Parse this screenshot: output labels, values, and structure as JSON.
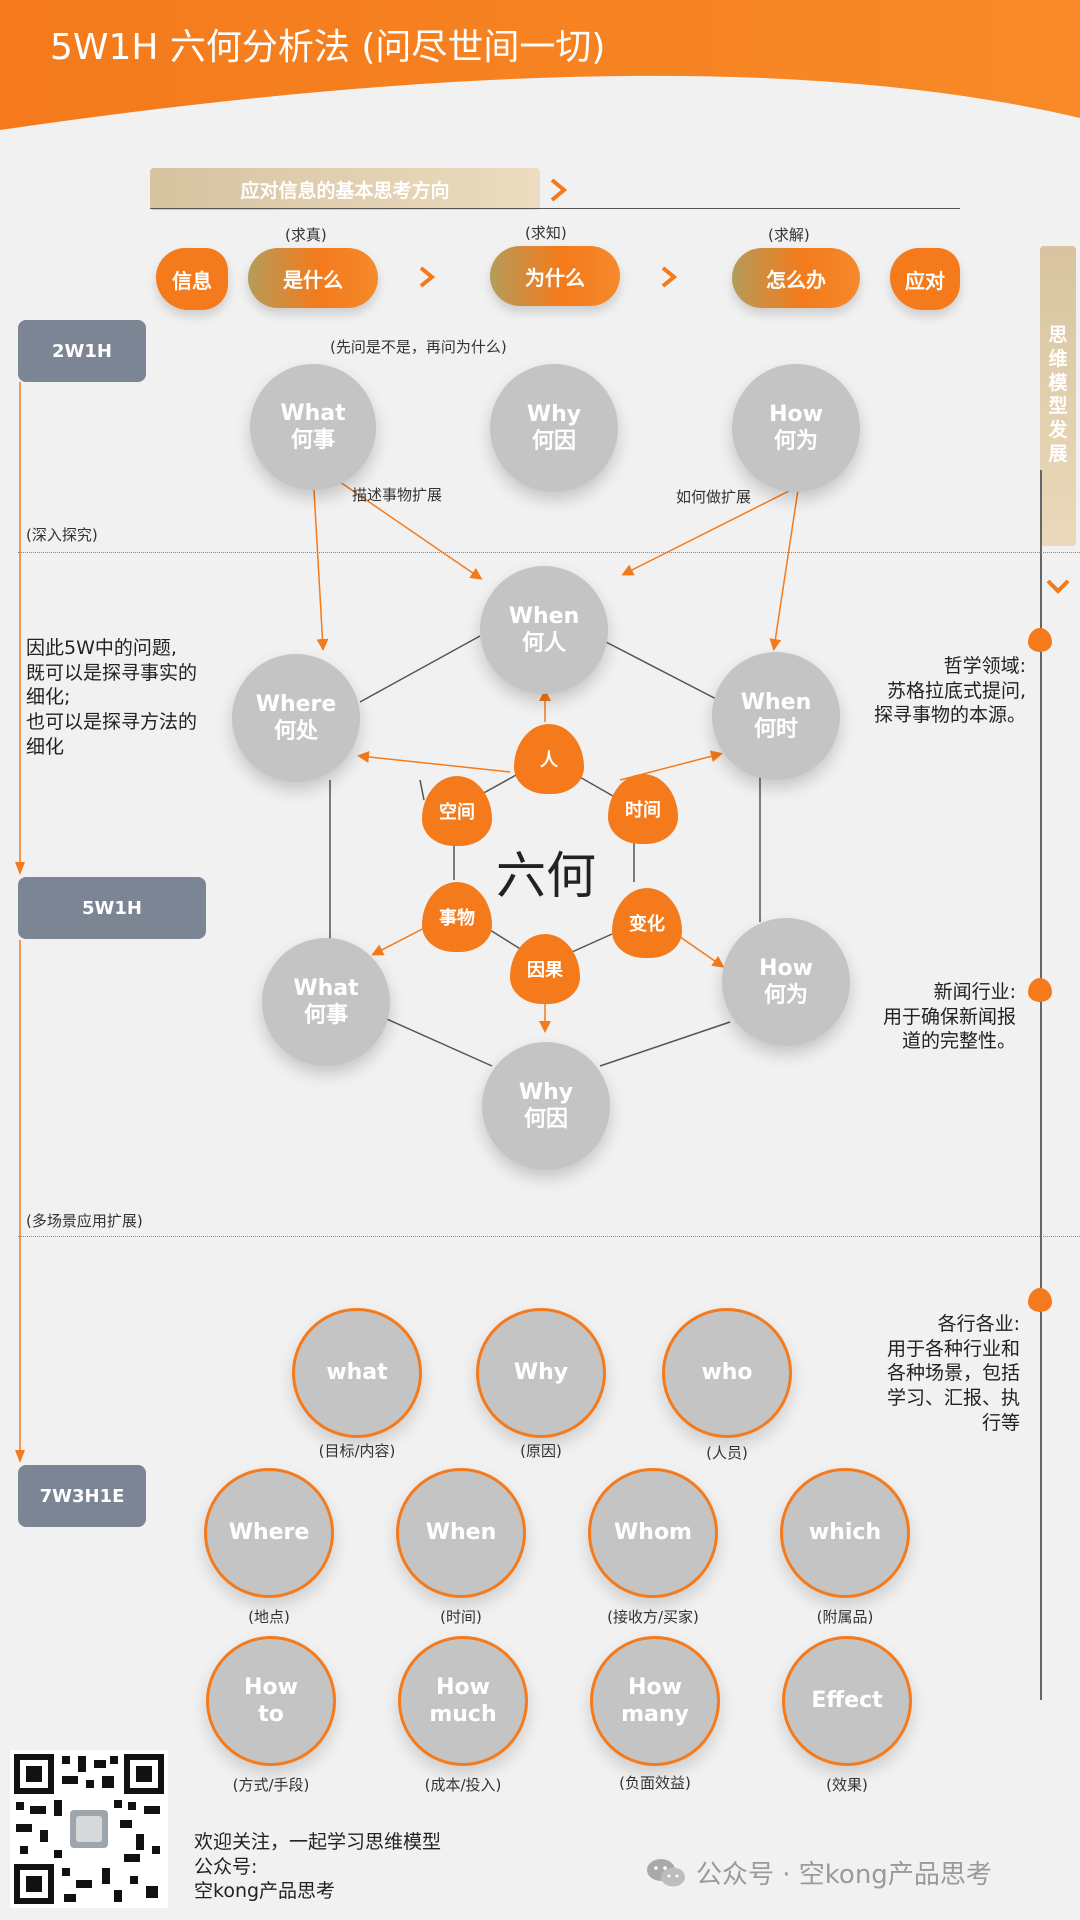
{
  "title": "5W1H 六何分析法 (问尽世间一切)",
  "banner": "应对信息的基本思考方向",
  "flow": {
    "start": "信息",
    "steps": [
      {
        "label": "是什么",
        "note": "(求真)"
      },
      {
        "label": "为什么",
        "note": "(求知)"
      },
      {
        "label": "怎么办",
        "note": "(求解)"
      }
    ],
    "end": "应对"
  },
  "side_tab": [
    "思",
    "维",
    "模",
    "型",
    "发",
    "展"
  ],
  "levels": {
    "l1": "2W1H",
    "l2": "5W1H",
    "l3": "7W3H1E"
  },
  "two_w1h": {
    "hint": "(先问是不是，再问为什么)",
    "circles": [
      {
        "en": "What",
        "zh": "何事"
      },
      {
        "en": "Why",
        "zh": "何因"
      },
      {
        "en": "How",
        "zh": "何为"
      }
    ],
    "ext_left": "描述事物扩展",
    "ext_right": "如何做扩展"
  },
  "section_labels": {
    "deep": "(深入探究)",
    "multi": "(多场景应用扩展)"
  },
  "left_note": [
    "因此5W中的问题,",
    "既可以是探寻事实的",
    "细化;",
    "也可以是探寻方法的",
    "细化"
  ],
  "hexagon": {
    "center": "六何",
    "nodes": [
      {
        "en": "When",
        "zh": "何人"
      },
      {
        "en": "When",
        "zh": "何时"
      },
      {
        "en": "How",
        "zh": "何为"
      },
      {
        "en": "Why",
        "zh": "何因"
      },
      {
        "en": "What",
        "zh": "何事"
      },
      {
        "en": "Where",
        "zh": "何处"
      }
    ],
    "tags": [
      "人",
      "时间",
      "变化",
      "因果",
      "事物",
      "空间"
    ]
  },
  "right_notes": {
    "philosophy": [
      "哲学领域:",
      "苏格拉底式提问,",
      "探寻事物的本源。"
    ],
    "news": [
      "新闻行业:",
      "用于确保新闻报",
      "道的完整性。"
    ],
    "industry": [
      "各行各业:",
      "用于各种行业和",
      "各种场景，包括",
      "学习、汇报、执",
      "行等"
    ]
  },
  "seven_w": [
    {
      "label": "what",
      "cap": "(目标/内容)"
    },
    {
      "label": "Why",
      "cap": "(原因)"
    },
    {
      "label": "who",
      "cap": "(人员)"
    },
    {
      "label": "Where",
      "cap": "(地点)"
    },
    {
      "label": "When",
      "cap": "(时间)"
    },
    {
      "label": "Whom",
      "cap": "(接收方/买家)"
    },
    {
      "label": "which",
      "cap": "(附属品)"
    },
    {
      "label": "How to",
      "l1": "How",
      "l2": "to",
      "cap": "(方式/手段)"
    },
    {
      "label": "How much",
      "l1": "How",
      "l2": "much",
      "cap": "(成本/投入)"
    },
    {
      "label": "How many",
      "l1": "How",
      "l2": "many",
      "cap": "(负面效益)"
    },
    {
      "label": "Effect",
      "cap": "(效果)"
    }
  ],
  "footer": {
    "lines": [
      "欢迎关注，一起学习思维模型",
      "公众号:",
      "空kong产品思考"
    ],
    "watermark": "公众号 · 空kong产品思考"
  },
  "colors": {
    "orange": "#f47a1b",
    "gray_circle": "#c4c4c4",
    "level_box": "#7c8594",
    "tan": "#d8c49f"
  }
}
